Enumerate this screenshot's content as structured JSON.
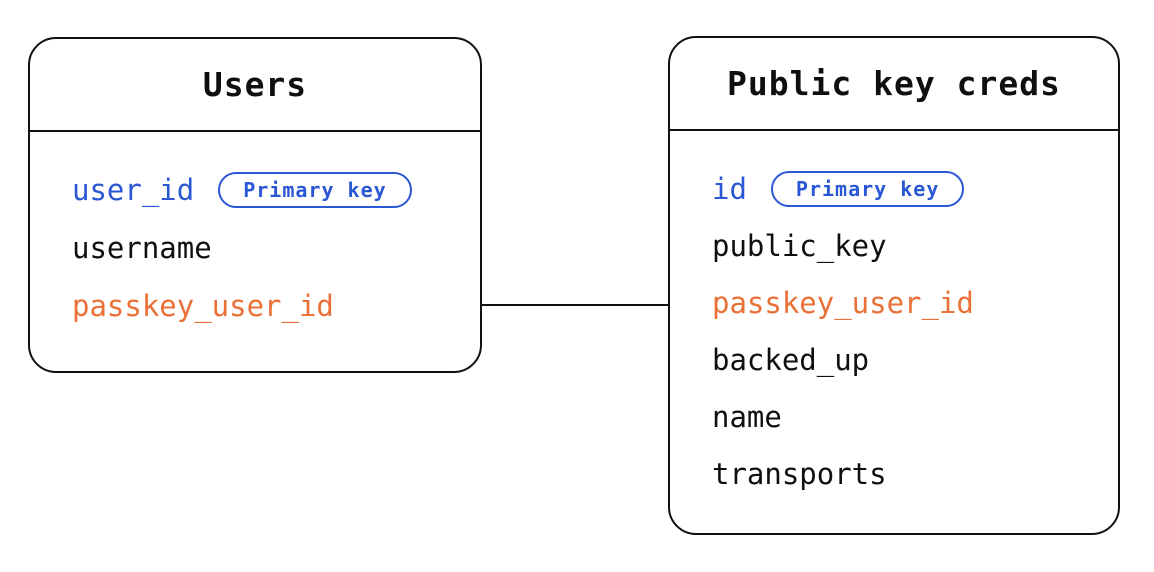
{
  "diagram": {
    "colors": {
      "background": "#ffffff",
      "line": "#111111",
      "text": "#0f0f0f",
      "primary_key_accent": "#2a57d4",
      "relationship_accent": "#e97138"
    },
    "tables": [
      {
        "name": "Users",
        "columns": [
          {
            "name": "user_id",
            "badge": "Primary key",
            "role": "primary-key"
          },
          {
            "name": "username",
            "role": "normal"
          },
          {
            "name": "passkey_user_id",
            "role": "foreign-key"
          }
        ]
      },
      {
        "name": "Public key creds",
        "columns": [
          {
            "name": "id",
            "badge": "Primary key",
            "role": "primary-key"
          },
          {
            "name": "public_key",
            "role": "normal"
          },
          {
            "name": "passkey_user_id",
            "role": "foreign-key"
          },
          {
            "name": "backed_up",
            "role": "normal"
          },
          {
            "name": "name",
            "role": "normal"
          },
          {
            "name": "transports",
            "role": "normal"
          }
        ]
      }
    ],
    "relationship": {
      "from_table": "Users",
      "from_column": "passkey_user_id",
      "to_table": "Public key creds",
      "to_column": "passkey_user_id"
    }
  }
}
